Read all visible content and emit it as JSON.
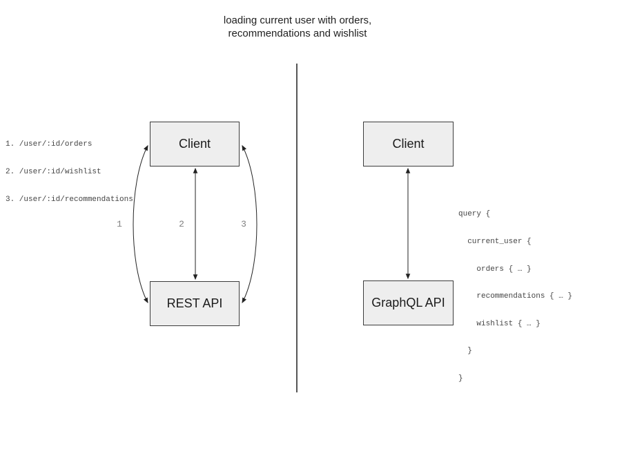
{
  "title": {
    "line1": "loading current user with orders,",
    "line2": "recommendations and wishlist"
  },
  "rest_panel": {
    "endpoints": [
      "1. /user/:id/orders",
      "2. /user/:id/wishlist",
      "3. /user/:id/recommendations"
    ],
    "client_box_label": "Client",
    "api_box_label": "REST API",
    "arrow_labels": [
      "1",
      "2",
      "3"
    ]
  },
  "graphql_panel": {
    "client_box_label": "Client",
    "api_box_label": "GraphQL API",
    "query_lines": [
      "query {",
      "  current_user {",
      "    orders { … }",
      "    recommendations { … }",
      "    wishlist { … }",
      "  }",
      "}"
    ]
  },
  "colors": {
    "box_fill": "#eeeeee",
    "box_border": "#3b3b3b",
    "arrow_stroke": "#222222",
    "divider": "#555555",
    "code_text": "#444444",
    "arrow_label_text": "#808080",
    "title_text": "#1f1f1f"
  }
}
